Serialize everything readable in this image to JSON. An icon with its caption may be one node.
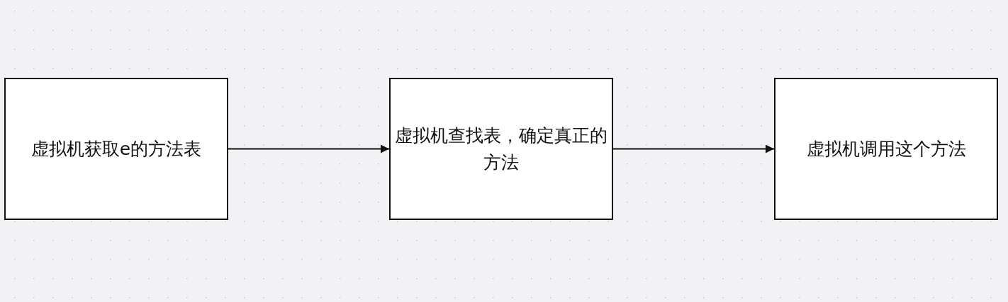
{
  "diagram": {
    "nodes": [
      {
        "text": [
          "虚拟机获取e的方法表"
        ]
      },
      {
        "text": [
          "虚拟机查找表，确定真正的方法"
        ]
      },
      {
        "text": [
          "虚拟机调用这个方法"
        ]
      }
    ],
    "edges": [
      {
        "from": 0,
        "to": 1,
        "arrow": "to"
      },
      {
        "from": 1,
        "to": 2,
        "arrow": "to"
      }
    ]
  }
}
